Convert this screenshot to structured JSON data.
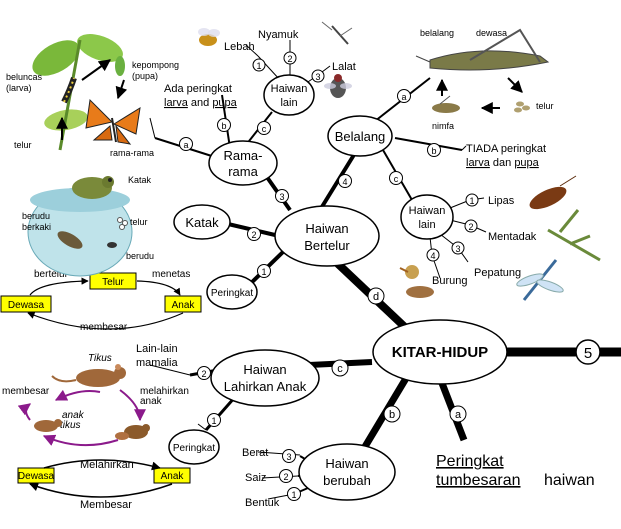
{
  "center": "KITAR-HIDUP",
  "branch_number": "5",
  "markers": {
    "a": "a",
    "b": "b",
    "c": "c",
    "d": "d",
    "n1": "1",
    "n2": "2",
    "n3": "3",
    "n4": "4"
  },
  "title": {
    "line1": "Peringkat",
    "line2a": "tumbesaran",
    "line2b": "haiwan"
  },
  "berubah": {
    "node_line1": "Haiwan",
    "node_line2": "berubah",
    "items": [
      "Berat",
      "Saiz",
      "Bentuk"
    ]
  },
  "lahirkan": {
    "node_line1": "Haiwan",
    "node_line2": "Lahirkan Anak",
    "lain_line1": "Lain-lain",
    "lain_line2": "mamalia",
    "peringkat": "Peringkat",
    "mouse": {
      "tikus": "Tikus",
      "membesar": "membesar",
      "melahirkan_line1": "melahirkan",
      "melahirkan_line2": "anak",
      "anak_line1": "anak",
      "anak_line2": "tikus"
    },
    "cycle": {
      "dewasa": "Dewasa",
      "anak": "Anak",
      "melahirkan": "Melahirkan",
      "membesar": "Membesar"
    }
  },
  "bertelur": {
    "node_line1": "Haiwan",
    "node_line2": "Bertelur",
    "katak": "Katak",
    "peringkat": "Peringkat",
    "cycle": {
      "bertelur": "bertelur",
      "telur": "Telur",
      "menetas": "menetas",
      "dewasa": "Dewasa",
      "anak": "Anak",
      "membesar": "membesar"
    },
    "frog": {
      "katak": "Katak",
      "telur": "telur",
      "berudu": "berudu",
      "berudu_berkaki_1": "berudu",
      "berudu_berkaki_2": "berkaki"
    },
    "rama": {
      "node_line1": "Rama-",
      "node_line2": "rama",
      "ada_line1": "Ada peringkat",
      "larva": "larva",
      "and": " and ",
      "pupa": "pupa",
      "beluncas_1": "beluncas",
      "beluncas_2": "(larva)",
      "kepompong_1": "kepompong",
      "kepompong_2": "(pupa)",
      "telur": "telur",
      "rama_rama": "rama-rama"
    },
    "lain": {
      "node_line1": "Haiwan",
      "node_line2": "lain",
      "items": [
        "Lebah",
        "Nyamuk",
        "Lalat"
      ]
    }
  },
  "belalang": {
    "node": "Belalang",
    "tiada_line1": "TIADA peringkat",
    "larva": "larva",
    "dan": " dan ",
    "pupa": "pupa",
    "cycle": {
      "belalang": "belalang",
      "dewasa": "dewasa",
      "telur": "telur",
      "nimfa": "nimfa"
    },
    "lain": {
      "node_line1": "Haiwan",
      "node_line2": "lain",
      "items": [
        "Lipas",
        "Mentadak",
        "Pepatung",
        "Burung"
      ]
    }
  },
  "colors": {
    "box": "#ffff00",
    "cycle_arrow": "#8b1a8b",
    "line": "#000000"
  }
}
